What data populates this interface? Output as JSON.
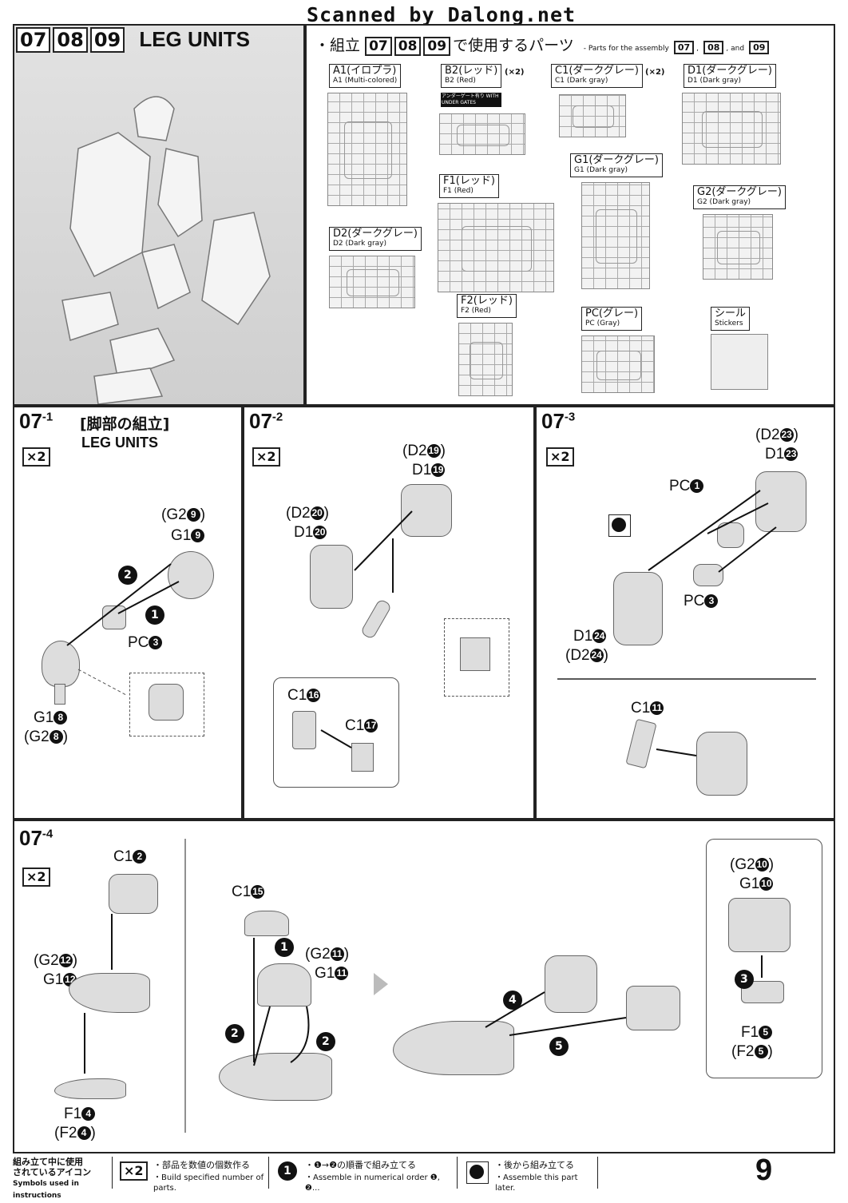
{
  "watermark": "Scanned by Dalong.net",
  "header": {
    "steps": [
      "07",
      "08",
      "09"
    ],
    "title": "LEG UNITS",
    "parts_heading_jp": "組立",
    "parts_heading_jp_tail": "で使用するパーツ",
    "parts_heading_en": "Parts for the assembly",
    "parts_heading_en_and": "and"
  },
  "runners": [
    {
      "id": "a1",
      "jp": "A1(イロプラ)",
      "en": "A1 (Multi-colored)",
      "mult": ""
    },
    {
      "id": "b2",
      "jp": "B2(レッド)",
      "en": "B2 (Red)",
      "mult": "(×2)",
      "note": "アンダーゲート有り WITH UNDER GATES"
    },
    {
      "id": "c1",
      "jp": "C1(ダークグレー)",
      "en": "C1 (Dark gray)",
      "mult": "(×2)"
    },
    {
      "id": "d1",
      "jp": "D1(ダークグレー)",
      "en": "D1 (Dark gray)",
      "mult": ""
    },
    {
      "id": "g1",
      "jp": "G1(ダークグレー)",
      "en": "G1 (Dark gray)",
      "mult": ""
    },
    {
      "id": "f1",
      "jp": "F1(レッド)",
      "en": "F1 (Red)",
      "mult": ""
    },
    {
      "id": "g2",
      "jp": "G2(ダークグレー)",
      "en": "G2 (Dark gray)",
      "mult": ""
    },
    {
      "id": "d2",
      "jp": "D2(ダークグレー)",
      "en": "D2 (Dark gray)",
      "mult": ""
    },
    {
      "id": "f2",
      "jp": "F2(レッド)",
      "en": "F2 (Red)",
      "mult": ""
    },
    {
      "id": "pc",
      "jp": "PC(グレー)",
      "en": "PC (Gray)",
      "mult": ""
    },
    {
      "id": "st",
      "jp": "シール",
      "en": "Stickers",
      "mult": ""
    }
  ],
  "panels": {
    "p071": {
      "num": "07",
      "sub": "-1",
      "title_jp": "[脚部の組立]",
      "title_en": "LEG UNITS",
      "qty": "×2",
      "labels": {
        "g2_9": "(G2",
        "g1_9": "G1",
        "pc3": "PC",
        "g1_8": "G1",
        "g2_8": "(G2"
      },
      "circ": {
        "n9": "9",
        "n3": "3",
        "n8": "8"
      }
    },
    "p072": {
      "num": "07",
      "sub": "-2",
      "qty": "×2",
      "labels": {
        "d2_19": "(D2",
        "d1_19": "D1",
        "d2_20": "(D2",
        "d1_20": "D1",
        "c1_16": "C1",
        "c1_17": "C1"
      },
      "circ": {
        "n19": "19",
        "n20": "20",
        "n16": "16",
        "n17": "17"
      }
    },
    "p073": {
      "num": "07",
      "sub": "-3",
      "qty": "×2",
      "labels": {
        "d2_23": "(D2",
        "d1_23": "D1",
        "pc1": "PC",
        "pc3": "PC",
        "d1_24": "D1",
        "d2_24": "(D2",
        "c1_11": "C1"
      },
      "circ": {
        "n23": "23",
        "n1": "1",
        "n3": "3",
        "n24": "24",
        "n11": "11"
      }
    },
    "p074": {
      "num": "07",
      "sub": "-4",
      "qty": "×2",
      "labels": {
        "c1_2": "C1",
        "g2_12": "(G2",
        "g1_12": "G1",
        "f1_4": "F1",
        "f2_4": "(F2",
        "c1_15": "C1",
        "g2_11": "(G2",
        "g1_11": "G1",
        "g2_10": "(G2",
        "g1_10": "G1",
        "f1_5": "F1",
        "f2_5": "(F2"
      },
      "circ": {
        "n2": "2",
        "n12": "12",
        "n4": "4",
        "n15": "15",
        "n11": "11",
        "n10": "10",
        "n5": "5"
      }
    }
  },
  "footer": {
    "legend_jp1": "組み立て中に使用",
    "legend_jp2": "されているアイコン",
    "legend_en": "Symbols used in instructions",
    "x2_icon": "×2",
    "x2_jp": "・部品を数値の個数作る",
    "x2_en": "・Build specified number of parts.",
    "order_icon": "1",
    "order_jp": "・❶→❷の順番で組み立てる",
    "order_en": "・Assemble in numerical order ❶, ❷...",
    "later_jp": "・後から組み立てる",
    "later_en": "・Assemble this part later."
  },
  "page_number": "9"
}
